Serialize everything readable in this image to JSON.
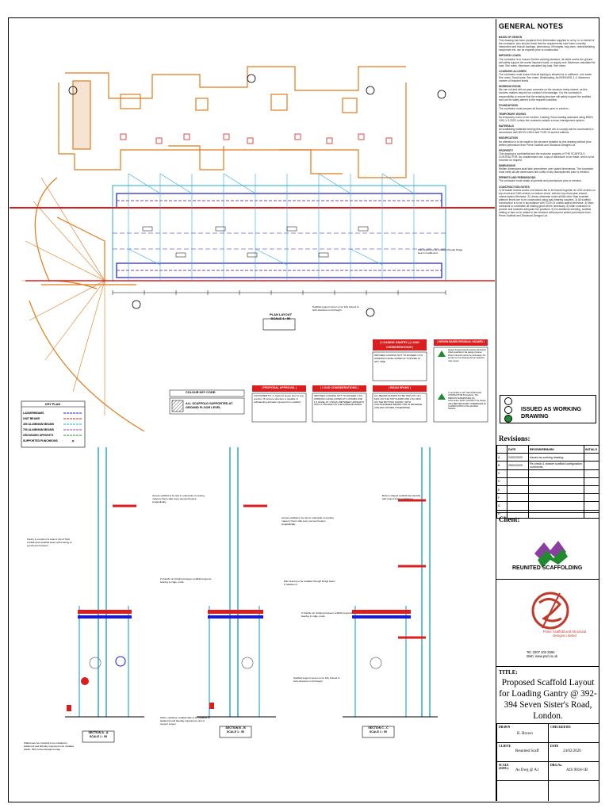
{
  "general_notes": {
    "title": "GENERAL NOTES",
    "sections": [
      {
        "head": "BASIS OF DESIGN",
        "body": "This drawing has been prepared from information supplied to us by, or on behalf of the contractor, who should check that the requirements have been correctly interpreted and that all loadings, dimensions, lift heights, bay sizes, restraint/sliding sequences etc. are as required prior to construction."
      },
      {
        "head": "IMPOSED LOADS",
        "body": "The contractor is to ensure that the working structure, its fabric and/or the ground will safely support the works imposed loads, or supply new. Maximum calculated tie load: See notes. Maximum calculated leg load: See notes."
      },
      {
        "head": "LOADINGS ALLOWED",
        "body": "The contractor must ensure that all loading is allowed for in sufficient. Live loads: See notes. Dead loads: See notes. Windloading: As BSEN1991-1-4. Maximum number of boarded levels."
      },
      {
        "head": "WORKING ROOM",
        "body": "We can not and will not pass comment on the structure being shored, as this involves matters beyond our contract of knowledge. It is the contractor's responsibility to ensure that the existing structure will safely support the scaffold and can be safely altered to the required condition."
      },
      {
        "head": "FOUNDATIONS",
        "body": "The contractor must prepare all foundations prior to erection."
      },
      {
        "head": "TEMPORARY WORKS",
        "body": "No temporary roof is to be erected. Loading: Snow loading assessed using BSEN 1991-1-3:2003, unless the contractor adopts a snow management system."
      },
      {
        "head": "MATERIALS",
        "body": "All scaffolding materials forming this structure are to comply and be constructed in accordance with BS EN 12810 and TG20:13 current editions."
      },
      {
        "head": "MODIFICATION",
        "body": "No alteration is to be made to the structure detailed on this drawing without prior written permission from Prime Scaffold and Structural Designs Ltd."
      },
      {
        "head": "PROPERTY",
        "body": "This drawing is confidential and the exclusive property of THE SCAFFOLD CONTRACTOR. No unauthorised use, copy or disclosure to be made, and is to be returned on request."
      },
      {
        "head": "DIMENSIONS",
        "body": "Written dimensions shall take precedence over scaled dimensions. The contractor must verify all site dimensions and notify of any discrepancies prior to erection."
      },
      {
        "head": "PERMITS AND PERMISSIONS",
        "body": "The contractor must obtain all permits and permissions prior to erection."
      },
      {
        "head": "CONSTRUCTION NOTES",
        "body": "1) All ladder beams and/or unit beams are to be braced together at 1200 centres on top chord and 2400 centres on bottom chord, with the top chord plan braced, unless stated otherwise. 2) Unless otherwise noted all lifts other than boarded platform levels are to be constructed using load bearing couplers. 3) All scaffold construction is to be in accordance with TG20:13 unless stated otherwise. 4) Main contractor to undertake all making good where necessary. 5) Main contractor to provide and maintain adequate fan positions. 6) No additional sheeting, scaffold netting or fans to be added to the structure without prior written permission from Prime Scaffold and Structural Designs Ltd."
      }
    ]
  },
  "stamp": {
    "text": "ISSUED AS WORKING DRAWING"
  },
  "revisions": {
    "title": "Revisions:",
    "headers": [
      "",
      "DATE",
      "REVIEW/REMARK",
      "INITIALS"
    ],
    "rows": [
      {
        "rev": "A",
        "date": "24/02/2020",
        "remark": "Issued as working drawing",
        "initials": ""
      },
      {
        "rev": "B",
        "date": "25/02/2020",
        "remark": "Re-check & answer scaffold configuration comments",
        "initials": ""
      },
      {
        "rev": "C",
        "date": "",
        "remark": "",
        "initials": ""
      },
      {
        "rev": "D",
        "date": "",
        "remark": "",
        "initials": ""
      },
      {
        "rev": "E",
        "date": "",
        "remark": "",
        "initials": ""
      },
      {
        "rev": "F",
        "date": "",
        "remark": "",
        "initials": ""
      },
      {
        "rev": "G",
        "date": "",
        "remark": "",
        "initials": ""
      },
      {
        "rev": "H",
        "date": "",
        "remark": "",
        "initials": ""
      }
    ]
  },
  "client": {
    "title": "Client:",
    "logo_name": "REUNITED SCAFFOLDING",
    "designer_name": "Prime Scaffold and Structural Designs Limited",
    "designer_tel": "Tel: 0207 402 2594",
    "designer_web": "Web: www.psd.co.uk"
  },
  "project": {
    "label": "TITLE:",
    "title": "Proposed Scaffold Layout for Loading Gantry @ 392-394 Seven Sister's Road, London."
  },
  "titleblock": {
    "drawn_label": "DRAWN",
    "drawn_value": "K. Brown",
    "checked_label": "CHECKED BY:",
    "checked_value": "",
    "client_label": "CLIENT:",
    "client_value": "Reunited Scaff",
    "date_label": "DATE",
    "date_value": "24/02/2020",
    "scale_label": "SCALE (SIZE:)",
    "scale_value": "As Dwg @ A1",
    "drawing_no_label": "DRG.No.",
    "drawing_no_value": "AJS 9018-1B"
  },
  "drawing": {
    "plan_label": "PLAN LAYOUT",
    "plan_scale": "SCALE 1 : 50",
    "key_plan_title": "KEY PLAN",
    "key_items": [
      "LADDERBEAMS",
      "UNIT BEAMS",
      "450 ALUMINIUM BEAMS",
      "750 ALUMINIUM BEAMS",
      "GROUNDED UPRIGHTS",
      "SUPPORTED PUNCHEONS"
    ],
    "colour_key_title": "COLOUR KEY CODE:",
    "colour_key_text": "ALL SCAFFOLD SUPPORTED AT GROUND FLOOR LEVEL",
    "proposal_title": "| PROPOSAL APPROVAL |",
    "proposal_text": "CUSTOMER TO: A: Approve layout prior to any erection. B: Ensure structure is capable of withstanding all loads imposed from scaffold.",
    "loading_title": "| LOADING GANTRY | | LOAD CONSIDERATIONS |",
    "loading_text": "IMPOSED LOADING NOT TO EXCEED 1 KG WORKING LEVEL RATED AT 5.0KN/M2 AT ANY TIME",
    "load_cons_title": "| LOAD CONSIDERATIONS |",
    "load_cons_text": "IMPOSED LOADING NOT TO EXCEED 1 KG WORKING LEVEL RATED AT 2.0KN/M2 AND 1.5 LEVEL AT 1.5KN/m BETWEEN UPRIGHTS WITH 2.75KN/M2 ON THE INSIDE BOARDS.",
    "beam_spans_title": "| BEAM SPANS |",
    "beam_spans_text": "ALL BEAMS SHOWN TO BE 750/1.07 1.5m MAX ON THE TOP CHORD AND 2.5m MAX ON THE BOTTOM CHORD, WITH CANTILEVERED BEAMS TOE IN REVERSE (UNLESS STATED OTHERWISE)",
    "hazard_title": "| DESIGN BASED RESIDUAL HAZARD |",
    "hazard_text_1": "Design based hazards actively eliminated where possible in the design process. Where hazards cannot be eliminated, the symbol on the drawing with an attached note means.",
    "hazard_text_2": "In accordance with THE SCAFFOLD CONTRACTOR Procedures. The PERSON SUPERVISING the construction MUST CONTACT the design office BEFORE WORK COMMENCES for CLARIFICATION of the identified hazards.",
    "section_a": "SECTION A - A",
    "section_a_scale": "SCALE 1 : 50",
    "section_b": "SECTION B - B",
    "section_b_scale": "SCALE 1 : 50",
    "section_c": "SECTION C - C",
    "section_c_scale": "SCALE 1 : 50",
    "note_plan_1": "Plan bracing to be installed through bridge beam in ladderend",
    "note_plan_2": "Scaffold support screen to be fully braced to both directions to full height",
    "note_a_1": "Access scaffold to be tied to underside of existing masonry floors slab every element beams longitudinally",
    "note_a_2": "Gantry to consist of a total of two of SUA Cantilevered scaffold beam with bracing of puncheons between.",
    "note_a_3": "Walk-brace box handrail to be installed to ladderend and laterally supported onto installed ladder, 450 manual designed edge",
    "note_b_1": "Access scaffold to be tied to underside of existing masonry floors slab every element beams longitudinally",
    "note_b_2": "Z shields run bridging between scaffold supports bearing to ridge, posts",
    "note_b_3": "Plan bracing to be installed through bridge beam in ladderend",
    "note_b_4": "Scaffold support screen to be fully braced to both directions to full height",
    "note_b_5": "SUPs, cantilever scaffold able to be installed to ladderend and laterally supported a unit of support screen",
    "note_c_1": "Bottom shaped scaffold bar handrail with proper bracing laddering",
    "note_c_2": "Z shields run bridging between scaffold supports bearing to ridge, posts"
  },
  "colors": {
    "orange": "#e07a1a",
    "blue": "#1a1ad0",
    "cyan": "#2aa9d8",
    "red": "#d81e1e",
    "green": "#1f8a2e",
    "purple": "#8a3fa0"
  }
}
